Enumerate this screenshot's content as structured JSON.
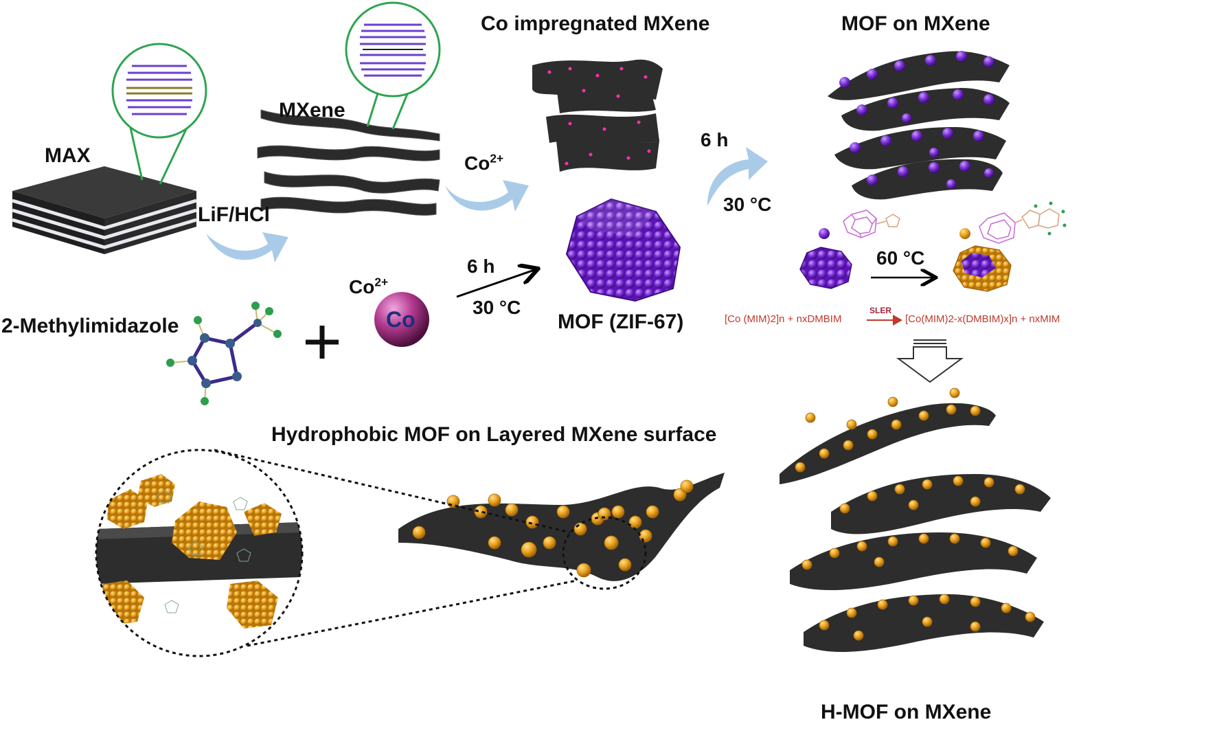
{
  "labels": {
    "max": "MAX",
    "mxene": "MXene",
    "lif_hcl": "LiF/HCl",
    "co_impregnated_title": "Co impregnated MXene",
    "mof_on_mxene_title": "MOF on MXene",
    "co_ion_base": "Co",
    "co_ion_charge": "2+",
    "co_ion2_base": "Co",
    "co_ion2_charge": "2+",
    "co_sphere": "Co",
    "time_top": "6 h",
    "temp_top": "30 °C",
    "time_mid": "6 h",
    "temp_mid": "30 °C",
    "temp_sler": "60 °C",
    "methylimidazole": "2-Methylimidazole",
    "plus": "+",
    "mof_zif67": "MOF (ZIF-67)",
    "sler": "SLER",
    "reaction_left": "[Co (MIM)2]n + nxDMBIM",
    "reaction_right": "[Co(MIM)2-x(DMBIM)x]n + nxMIM",
    "hydrophobic_title": "Hydrophobic MOF on Layered MXene surface",
    "h_mof_title": "H-MOF on MXene"
  },
  "colors": {
    "arrow_blue": "#a9cbe8",
    "mxene_dark": "#2f2f2f",
    "zif67_purple": "#7b2fd4",
    "hmof_orange": "#e9a11c",
    "circle_green": "#2ea44f",
    "cobalt_sphere": "#b23a8f",
    "reaction_red": "#c0392b"
  }
}
